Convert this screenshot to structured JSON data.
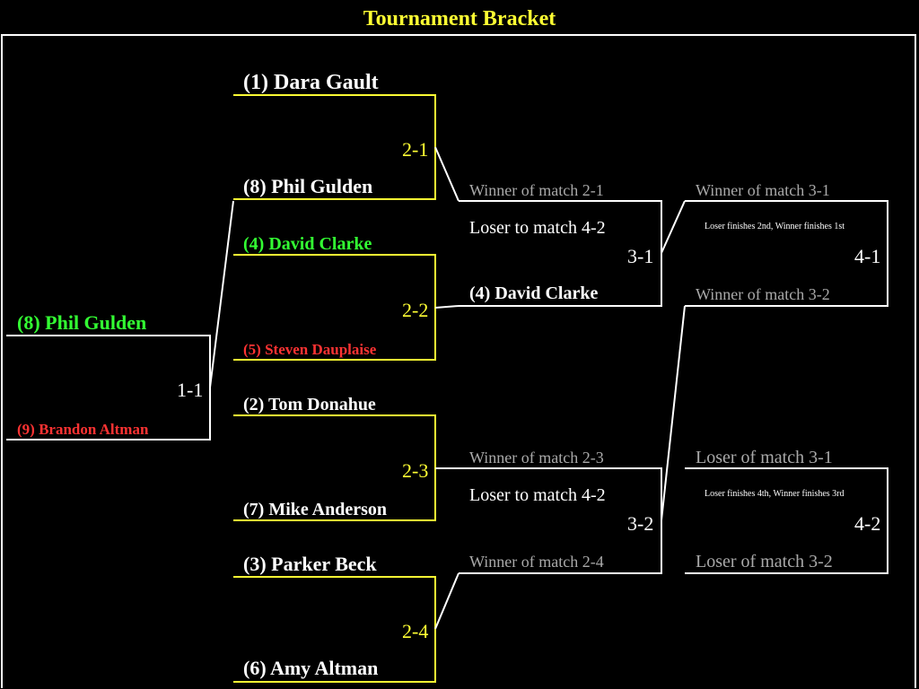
{
  "header": {
    "title": "Tournament Bracket"
  },
  "colors": {
    "background": "#000000",
    "title": "#FFFF33",
    "winner": "#33FF33",
    "loser": "#FF3333",
    "pending": "#A9A9A9",
    "line_yellow": "#FFFF33",
    "line_white": "#FFFFFF"
  },
  "round1": {
    "player_top": "(8) Phil Gulden",
    "player_bottom": "(9) Brandon Altman",
    "match": "1-1"
  },
  "round2": {
    "m21": {
      "top": "(1) Dara Gault",
      "bottom": "(8) Phil Gulden",
      "match": "2-1"
    },
    "m22": {
      "top": "(4) David Clarke",
      "bottom": "(5) Steven Dauplaise",
      "match": "2-2"
    },
    "m23": {
      "top": "(2) Tom Donahue",
      "bottom": "(7) Mike Anderson",
      "match": "2-3"
    },
    "m24": {
      "top": "(3) Parker Beck",
      "bottom": "(6) Amy Altman",
      "match": "2-4"
    }
  },
  "round3": {
    "m31": {
      "top": "Winner of match 2-1",
      "note": "Loser to match 4-2",
      "bottom": "(4) David Clarke",
      "match": "3-1"
    },
    "m32": {
      "top": "Winner of match 2-3",
      "note": "Loser to match 4-2",
      "bottom": "Winner of match 2-4",
      "match": "3-2"
    }
  },
  "round4": {
    "m41": {
      "top": "Winner of match 3-1",
      "note": "Loser finishes 2nd, Winner finishes 1st",
      "bottom": "Winner of match 3-2",
      "match": "4-1"
    },
    "m42": {
      "top": "Loser of match 3-1",
      "note": "Loser finishes 4th, Winner finishes 3rd",
      "bottom": "Loser of match 3-2",
      "match": "4-2"
    }
  }
}
